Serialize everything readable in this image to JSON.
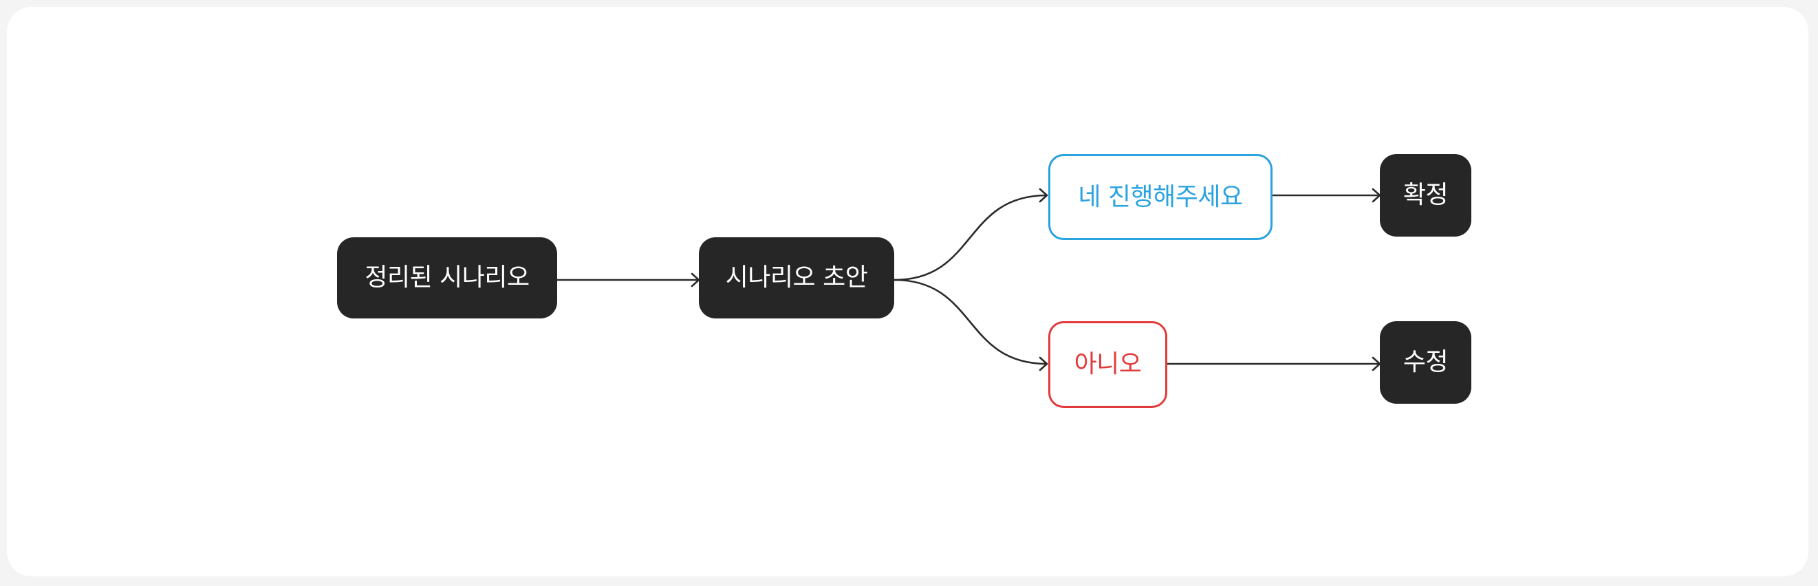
{
  "diagram": {
    "nodes": {
      "organized_scenario": "정리된 시나리오",
      "scenario_draft": "시나리오 초안",
      "yes_proceed": "네 진행해주세요",
      "no": "아니오",
      "confirm": "확정",
      "revise": "수정"
    },
    "edges": [
      {
        "from": "organized_scenario",
        "to": "scenario_draft"
      },
      {
        "from": "scenario_draft",
        "to": "yes_proceed"
      },
      {
        "from": "scenario_draft",
        "to": "no"
      },
      {
        "from": "yes_proceed",
        "to": "confirm"
      },
      {
        "from": "no",
        "to": "revise"
      }
    ],
    "colors": {
      "dark_node": "#262626",
      "yes_accent": "#2aa3df",
      "no_accent": "#e23b3b",
      "edge": "#2b2b2b"
    }
  }
}
